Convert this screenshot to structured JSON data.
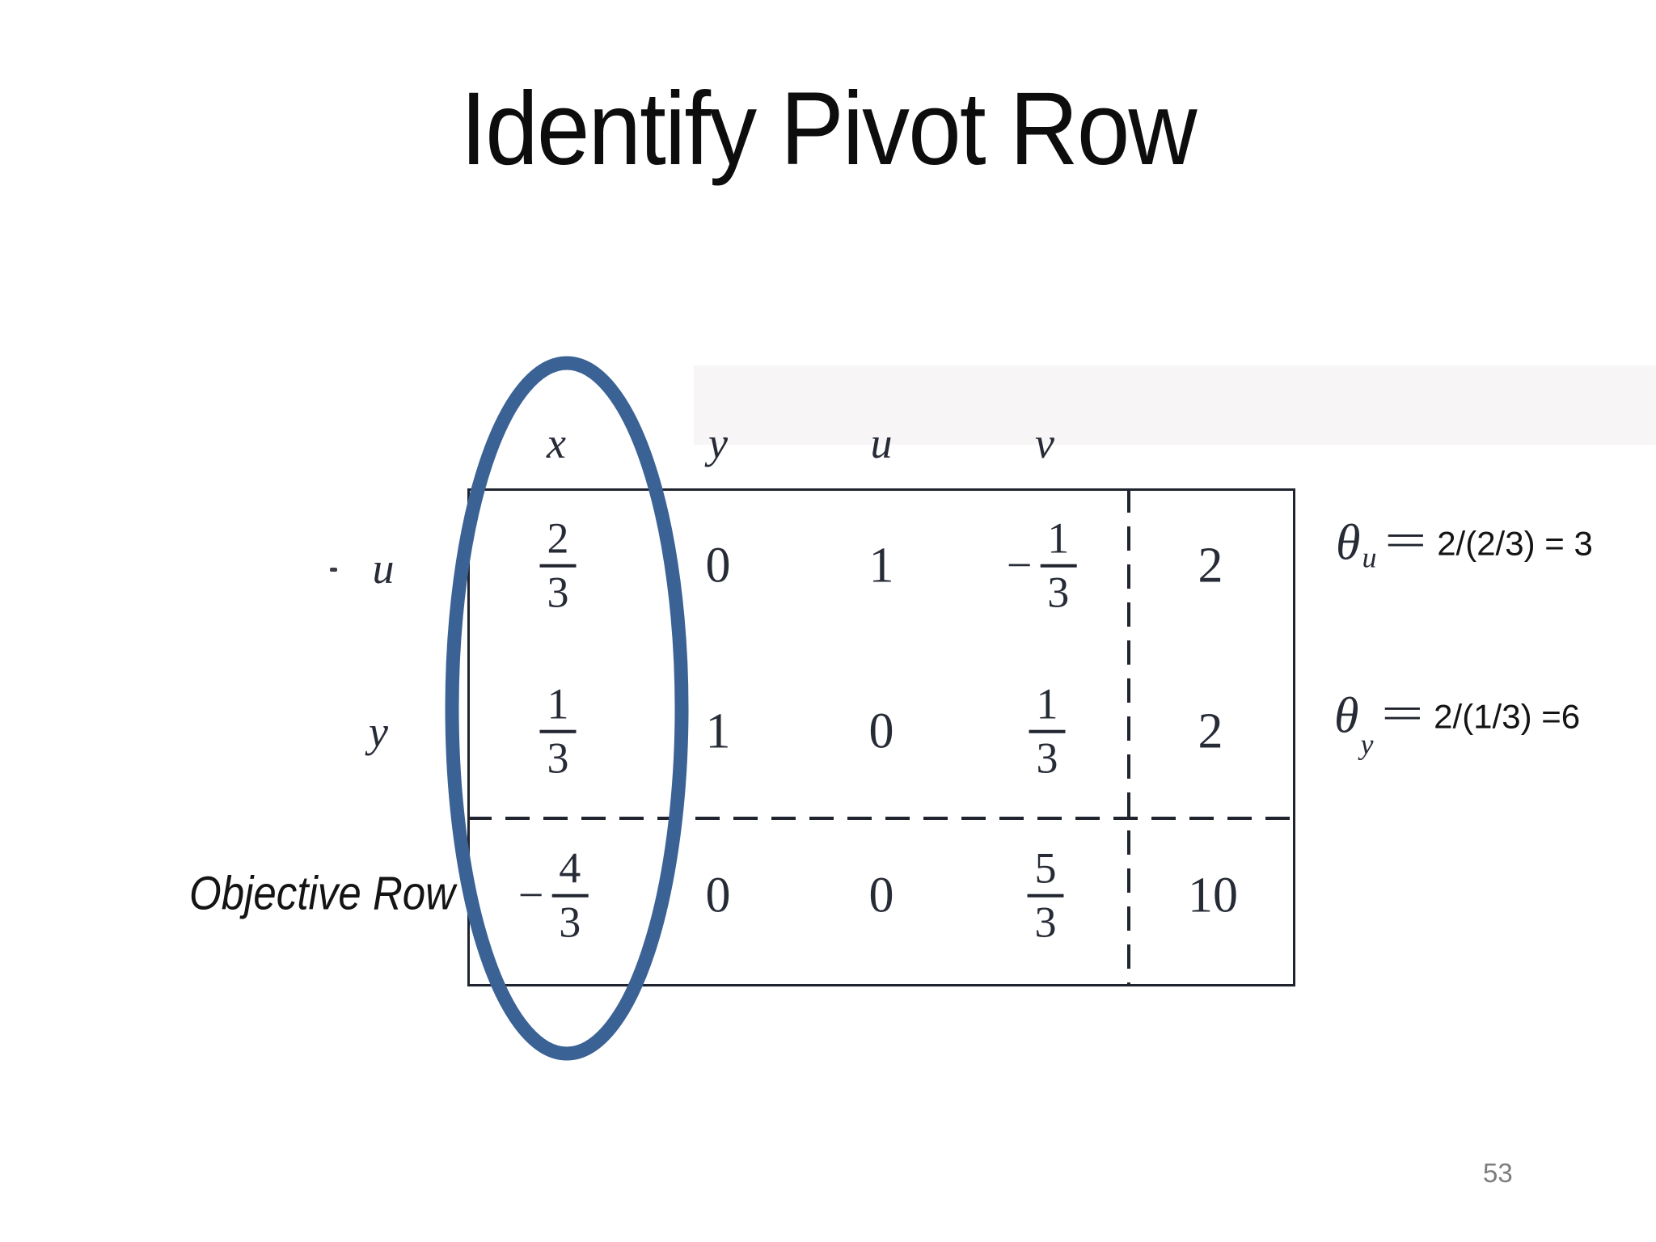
{
  "slide": {
    "title": "Identify Pivot Row",
    "page_number": "53"
  },
  "colors": {
    "ellipse_stroke": "#3b6295",
    "table_ink": "#20242e",
    "page_number_gray": "#7d7d7d"
  },
  "tableau": {
    "column_headers": [
      "x",
      "y",
      "u",
      "v"
    ],
    "rows": [
      {
        "label": "u",
        "cells": [
          {
            "type": "fraction",
            "sign": "",
            "num": "2",
            "den": "3"
          },
          {
            "type": "number",
            "text": "0"
          },
          {
            "type": "number",
            "text": "1"
          },
          {
            "type": "fraction",
            "sign": "−",
            "num": "1",
            "den": "3"
          },
          {
            "type": "number",
            "text": "2"
          }
        ]
      },
      {
        "label": "y",
        "cells": [
          {
            "type": "fraction",
            "sign": "",
            "num": "1",
            "den": "3"
          },
          {
            "type": "number",
            "text": "1"
          },
          {
            "type": "number",
            "text": "0"
          },
          {
            "type": "fraction",
            "sign": "",
            "num": "1",
            "den": "3"
          },
          {
            "type": "number",
            "text": "2"
          }
        ]
      },
      {
        "label": "Objective Row",
        "cells": [
          {
            "type": "fraction",
            "sign": "−",
            "num": "4",
            "den": "3"
          },
          {
            "type": "number",
            "text": "0"
          },
          {
            "type": "number",
            "text": "0"
          },
          {
            "type": "fraction",
            "sign": "",
            "num": "5",
            "den": "3"
          },
          {
            "type": "number",
            "text": "10"
          }
        ]
      }
    ],
    "ratios": [
      {
        "symbol": "θ",
        "subscript": "u",
        "equals": "=",
        "expression": "2/(2/3) = 3"
      },
      {
        "symbol": "θ",
        "subscript": "y",
        "equals": "=",
        "expression": "2/(1/3) =6"
      }
    ]
  }
}
